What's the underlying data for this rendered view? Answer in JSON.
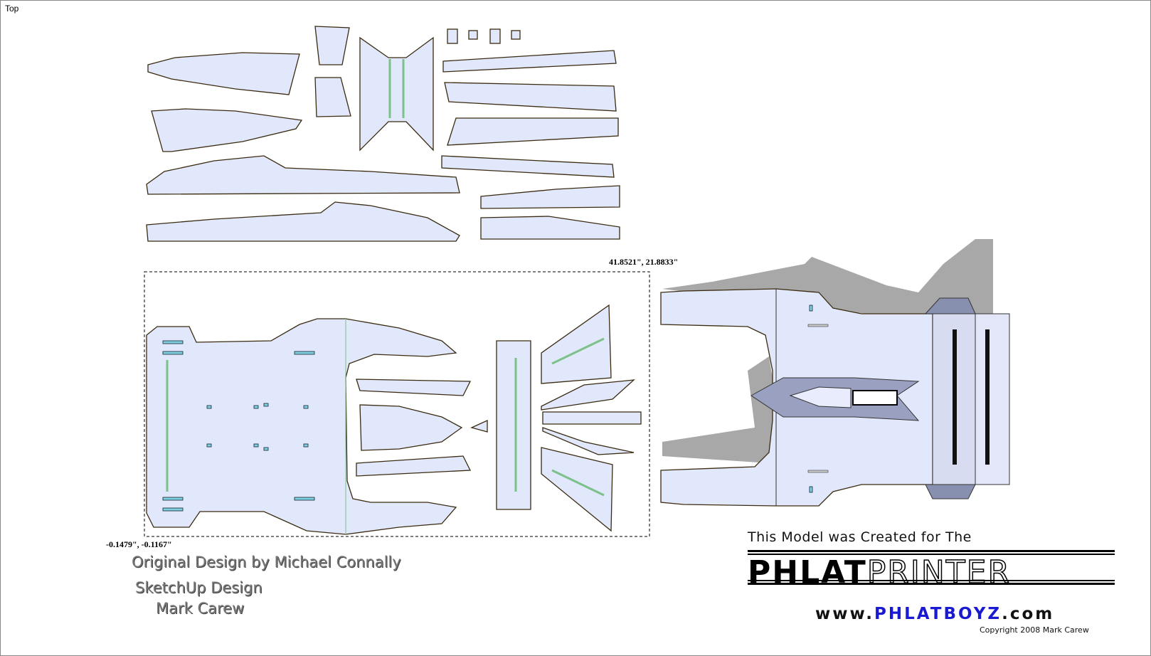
{
  "view": {
    "name": "Top"
  },
  "dimensions": {
    "max_corner": "41.8521\", 21.8833\"",
    "min_corner": "-0.1479\", -0.1167\""
  },
  "credits": {
    "original": "Original Design by Michael Connally",
    "sketchup": "SketchUp Design",
    "author": "Mark Carew"
  },
  "logo": {
    "tagline": "This Model was Created for The",
    "word_solid": "PHLAT",
    "word_outline": "PRINTER",
    "url_prefix": "www.",
    "url_brand": "PHLATBOYZ",
    "url_suffix": ".com",
    "copyright": "Copyright 2008 Mark Carew"
  },
  "colors": {
    "part_fill": "#e2e8fb",
    "part_outline": "#3a2a10",
    "shadow": "#a8a8a8",
    "fold_line": "#7cc08a"
  }
}
